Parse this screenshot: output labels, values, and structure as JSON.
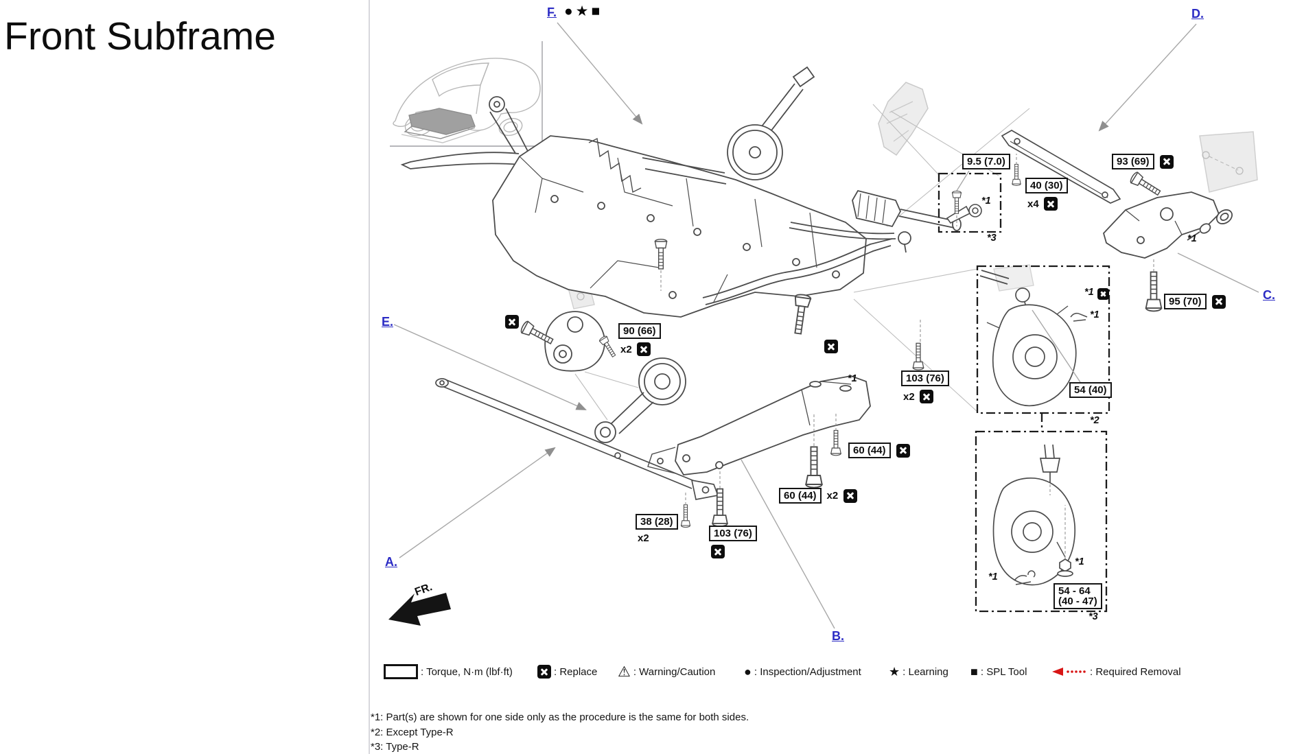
{
  "title": "Front Subframe",
  "callouts": [
    {
      "label": "A."
    },
    {
      "label": "B."
    },
    {
      "label": "C."
    },
    {
      "label": "D."
    },
    {
      "label": "E."
    },
    {
      "label": "F.",
      "symbols": "●★■"
    }
  ],
  "fr_label": "FR.",
  "torque_labels": [
    {
      "value": "9.5 (7.0)"
    },
    {
      "value": "40 (30)",
      "qty": "x4"
    },
    {
      "value": "93 (69)"
    },
    {
      "value": "95 (70)"
    },
    {
      "value": "90 (66)",
      "qty": "x2"
    },
    {
      "value": "103 (76)",
      "qty": "x2"
    },
    {
      "value": "60 (44)"
    },
    {
      "value": "60 (44)",
      "qty": "x2"
    },
    {
      "value": "38 (28)",
      "qty": "x2"
    },
    {
      "value": "103 (76)"
    },
    {
      "value": "54 (40)"
    },
    {
      "value": "54 - 64\n(40 - 47)"
    }
  ],
  "notes": [
    "*1",
    "*3",
    "*1",
    "*1",
    "*1",
    "*1",
    "*2",
    "*1",
    "*1",
    "*3"
  ],
  "legend": [
    {
      "name": "torque-box-icon",
      "text": ": Torque, N·m (lbf·ft)"
    },
    {
      "name": "replace-icon",
      "text": ": Replace"
    },
    {
      "name": "warning-icon",
      "glyph": "⚠",
      "text": ": Warning/Caution"
    },
    {
      "name": "inspection-icon",
      "glyph": "●",
      "text": ": Inspection/Adjustment"
    },
    {
      "name": "learning-icon",
      "glyph": "★",
      "text": ": Learning"
    },
    {
      "name": "spl-tool-icon",
      "glyph": "■",
      "text": ": SPL Tool"
    },
    {
      "name": "required-removal-icon",
      "text": ": Required Removal"
    }
  ],
  "footnotes": [
    "*1: Part(s) are shown for one side only as the procedure is the same for both sides.",
    "*2: Except Type-R",
    "*3: Type-R"
  ],
  "colors": {
    "link": "#2b2bc4",
    "removal_red": "#d81616",
    "line": "#4c4c4c"
  }
}
